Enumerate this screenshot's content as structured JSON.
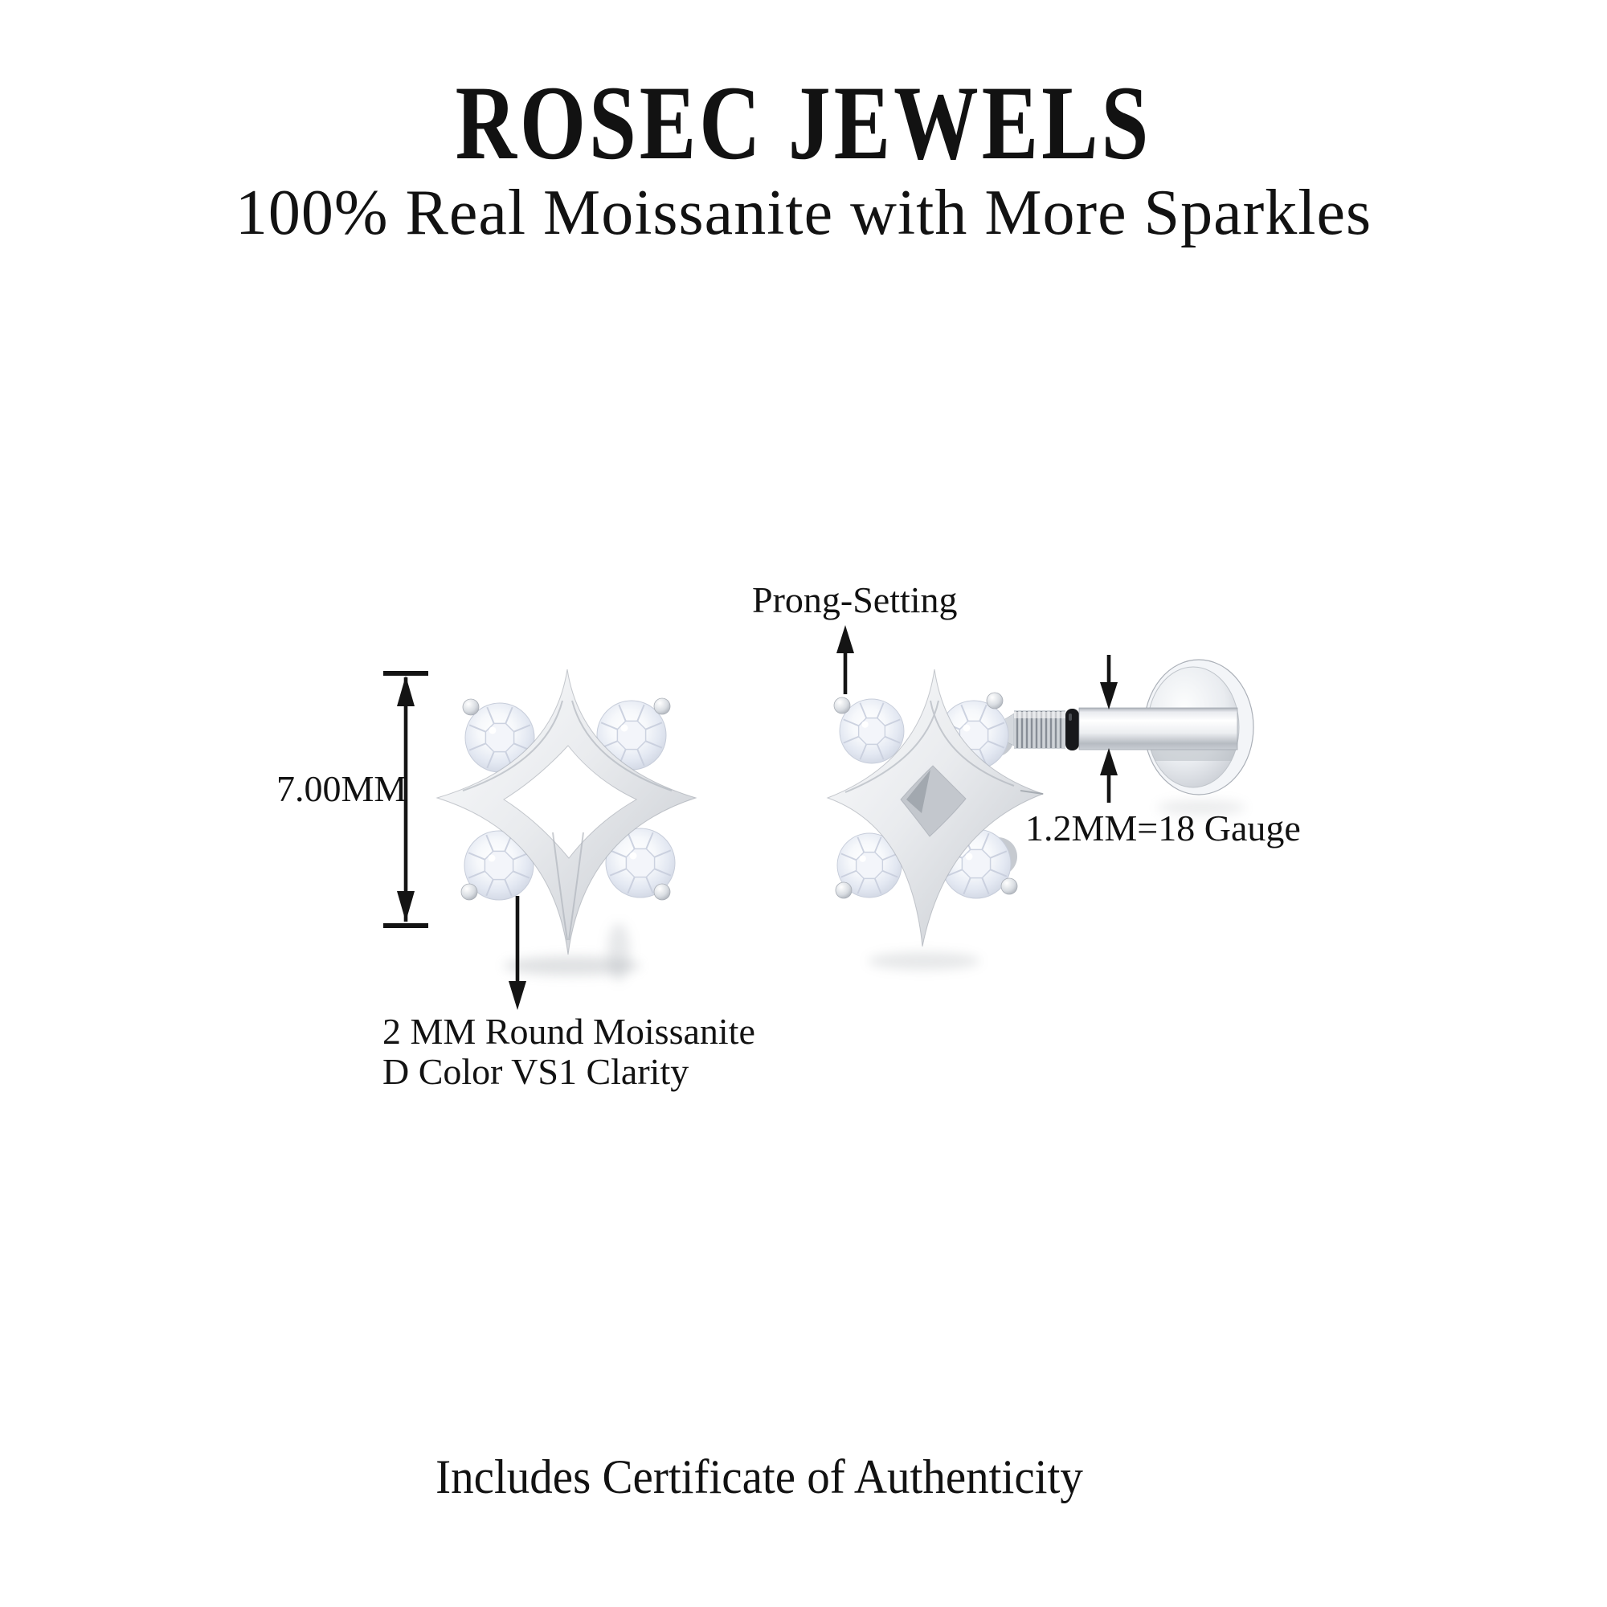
{
  "brand": {
    "title": "ROSEC JEWELS",
    "subtitle": "100% Real Moissanite with More Sparkles"
  },
  "annotations": {
    "height_label": "7.00MM",
    "prong_label": "Prong-Setting",
    "gauge_label": "1.2MM=18 Gauge",
    "stone_label_line1": "2 MM Round Moissanite",
    "stone_label_line2": "D Color VS1 Clarity"
  },
  "footer": {
    "note": "Includes Certificate of Authenticity"
  },
  "colors": {
    "background": "#ffffff",
    "text": "#121212",
    "arrow": "#141414",
    "metal_light": "#fbfcfd",
    "metal_mid": "#e9ebee",
    "metal_dark": "#c3c7cd",
    "stone_tint": "#dde3ee",
    "oring_black": "#17181b"
  }
}
